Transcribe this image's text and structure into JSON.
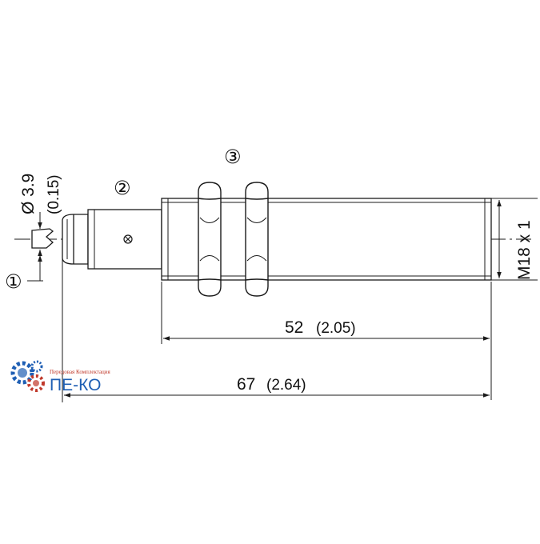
{
  "callouts": {
    "one": "①",
    "two": "②",
    "three": "③"
  },
  "dimensions": {
    "diameter_main": "Ø 3.9",
    "diameter_sub": "(0.15)",
    "thread": "M18 x 1",
    "length_52_main": "52",
    "length_52_sub": "(2.05)",
    "length_67_main": "67",
    "length_67_sub": "(2.64)"
  },
  "watermark": {
    "small_text": "Передовая Комплектация",
    "brand_text": "ПЕ-КО"
  },
  "colors": {
    "line": "#1a1a1a",
    "watermark_blue": "#1f5fb4",
    "watermark_red": "#c0392b",
    "background": "#ffffff"
  }
}
